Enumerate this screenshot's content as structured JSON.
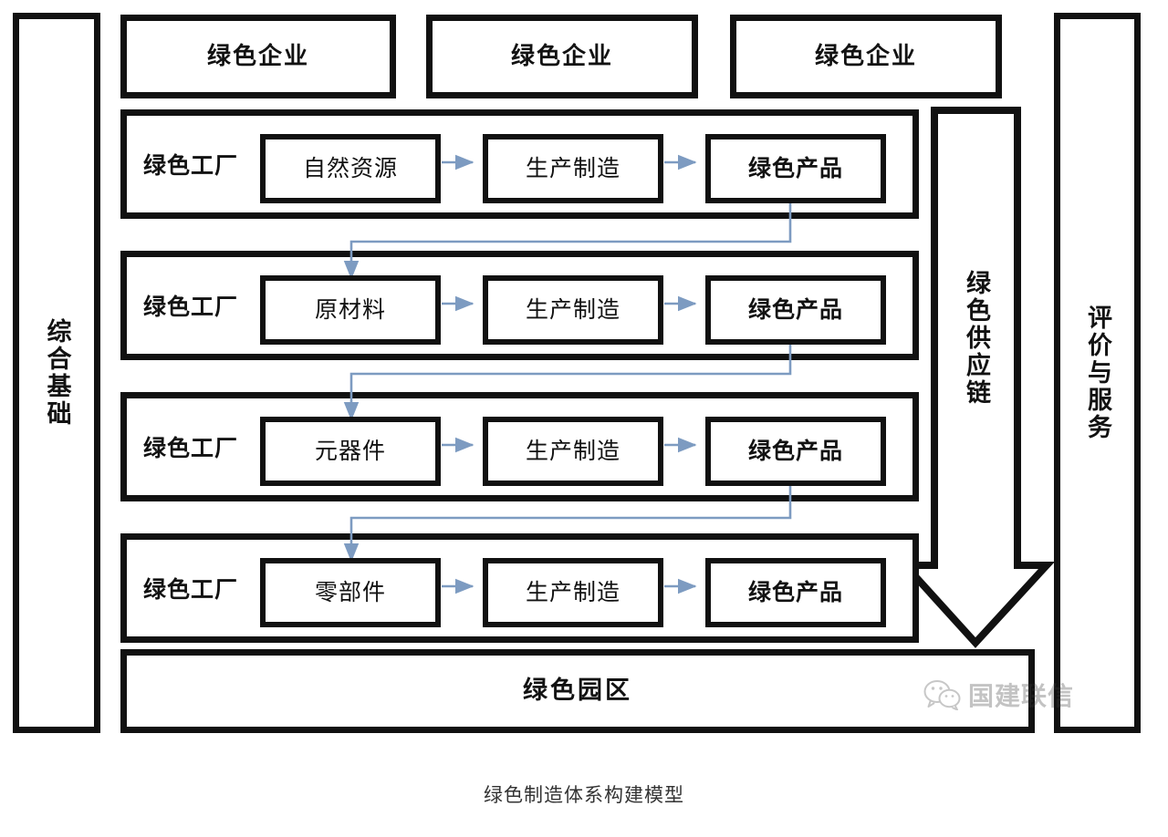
{
  "diagram": {
    "caption": "绿色制造体系构建模型",
    "colors": {
      "border": "#111111",
      "background": "#ffffff",
      "connector": "#7d9bc1",
      "text": "#121212",
      "caption_text": "#333333"
    },
    "left_pillar": {
      "label": "综合基础"
    },
    "supply_chain_arrow": {
      "label": "绿色供应链"
    },
    "right_pillar": {
      "label": "评价与服务"
    },
    "enterprises": [
      {
        "label": "绿色企业"
      },
      {
        "label": "绿色企业"
      },
      {
        "label": "绿色企业"
      }
    ],
    "factory_rows": [
      {
        "tag": "绿色工厂",
        "input": "自然资源",
        "process": "生产制造",
        "output": "绿色产品"
      },
      {
        "tag": "绿色工厂",
        "input": "原材料",
        "process": "生产制造",
        "output": "绿色产品"
      },
      {
        "tag": "绿色工厂",
        "input": "元器件",
        "process": "生产制造",
        "output": "绿色产品"
      },
      {
        "tag": "绿色工厂",
        "input": "零部件",
        "process": "生产制造",
        "output": "绿色产品"
      }
    ],
    "park": {
      "label": "绿色园区"
    },
    "watermark": {
      "text": "国建联信",
      "icon": "wechat-icon"
    }
  }
}
